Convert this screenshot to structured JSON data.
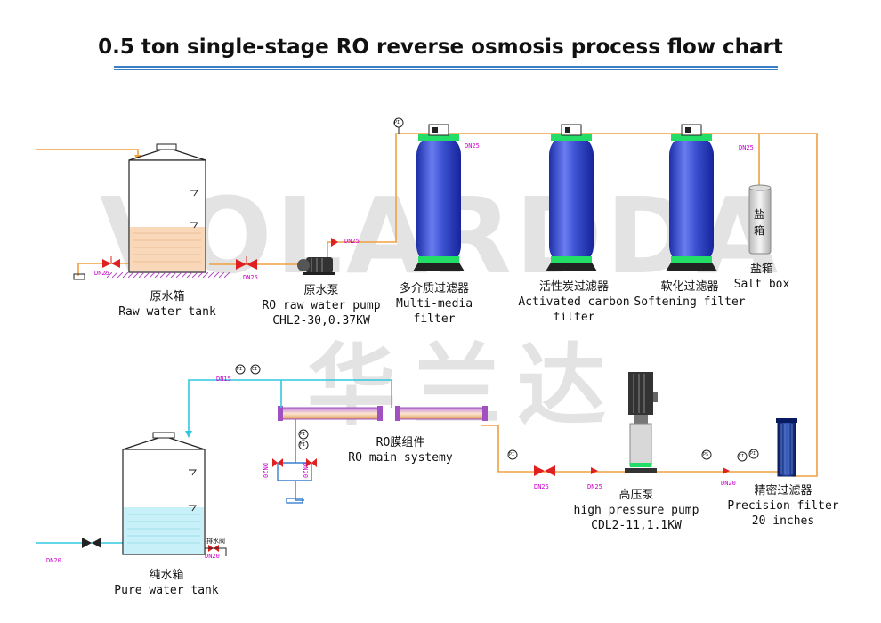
{
  "title": "0.5 ton single-stage RO reverse osmosis process flow chart",
  "watermark": {
    "latin": "VOLARDDA",
    "cn": "华兰达"
  },
  "equipment": {
    "raw_tank": {
      "cn": "原水箱",
      "en": "Raw water tank"
    },
    "raw_pump": {
      "cn": "原水泵",
      "en": "RO raw water pump",
      "model": "CHL2-30,0.37KW"
    },
    "multimedia_filter": {
      "cn": "多介质过滤器",
      "en1": "Multi-media",
      "en2": "filter"
    },
    "carbon_filter": {
      "cn": "活性炭过滤器",
      "en1": "Activated carbon",
      "en2": "filter"
    },
    "softening_filter": {
      "cn": "软化过滤器",
      "en": "Softening filter"
    },
    "salt_box": {
      "cn": "盐箱",
      "en": "Salt box",
      "body_char1": "盐",
      "body_char2": "箱"
    },
    "precision_filter": {
      "cn": "精密过滤器",
      "en1": "Precision filter",
      "en2": "20 inches"
    },
    "hp_pump": {
      "cn": "高压泵",
      "en": "high pressure pump",
      "model": "CDL2-11,1.1KW"
    },
    "ro_system": {
      "cn": "RO膜组件",
      "en": "RO main systemy"
    },
    "pure_tank": {
      "cn": "纯水箱",
      "en": "Pure water tank",
      "valve_tag": "排水阀"
    }
  },
  "pipe_labels": {
    "dn25": "DN25",
    "dn20": "DN20",
    "dn15": "DN15"
  },
  "instrument_tags": {
    "pressure": "PI",
    "conductivity": "CI",
    "flow": "FI",
    "pressure_switch": "PS"
  },
  "colors": {
    "raw_water_pipe": "#f0a040",
    "pure_water_pipe": "#30c8e0",
    "concentrate_pipe": "#3c7fd0",
    "vessel_blue": "#3048c8",
    "valve_red": "#e02020",
    "dn_label": "#cc00cc"
  }
}
